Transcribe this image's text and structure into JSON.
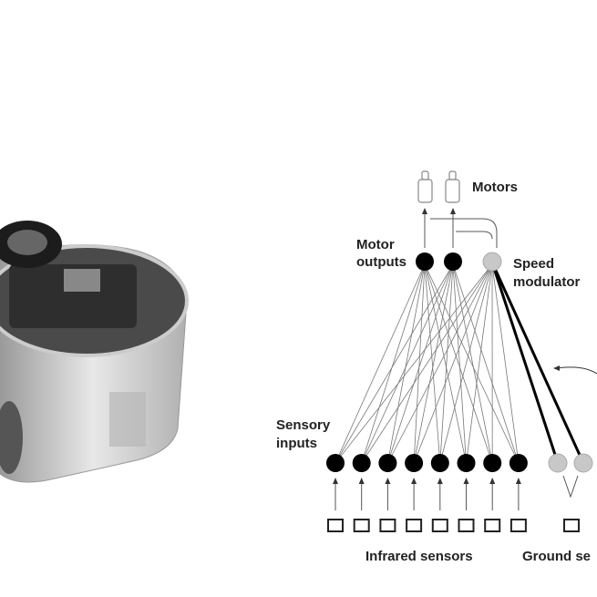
{
  "labels": {
    "motors": "Motors",
    "motor_outputs_1": "Motor",
    "motor_outputs_2": "outputs",
    "speed_modulator_1": "Speed",
    "speed_modulator_2": "modulator",
    "sensory_inputs_1": "Sensory",
    "sensory_inputs_2": "inputs",
    "infrared_sensors": "Infrared sensors",
    "ground_sensors": "Ground se"
  },
  "network": {
    "infrared_inputs": 8,
    "ground_inputs": 2,
    "motor_outputs": 2,
    "ground_sensor_boxes": 1
  },
  "colors": {
    "black_node": "#000000",
    "gray_node": "#c8c8c8"
  }
}
